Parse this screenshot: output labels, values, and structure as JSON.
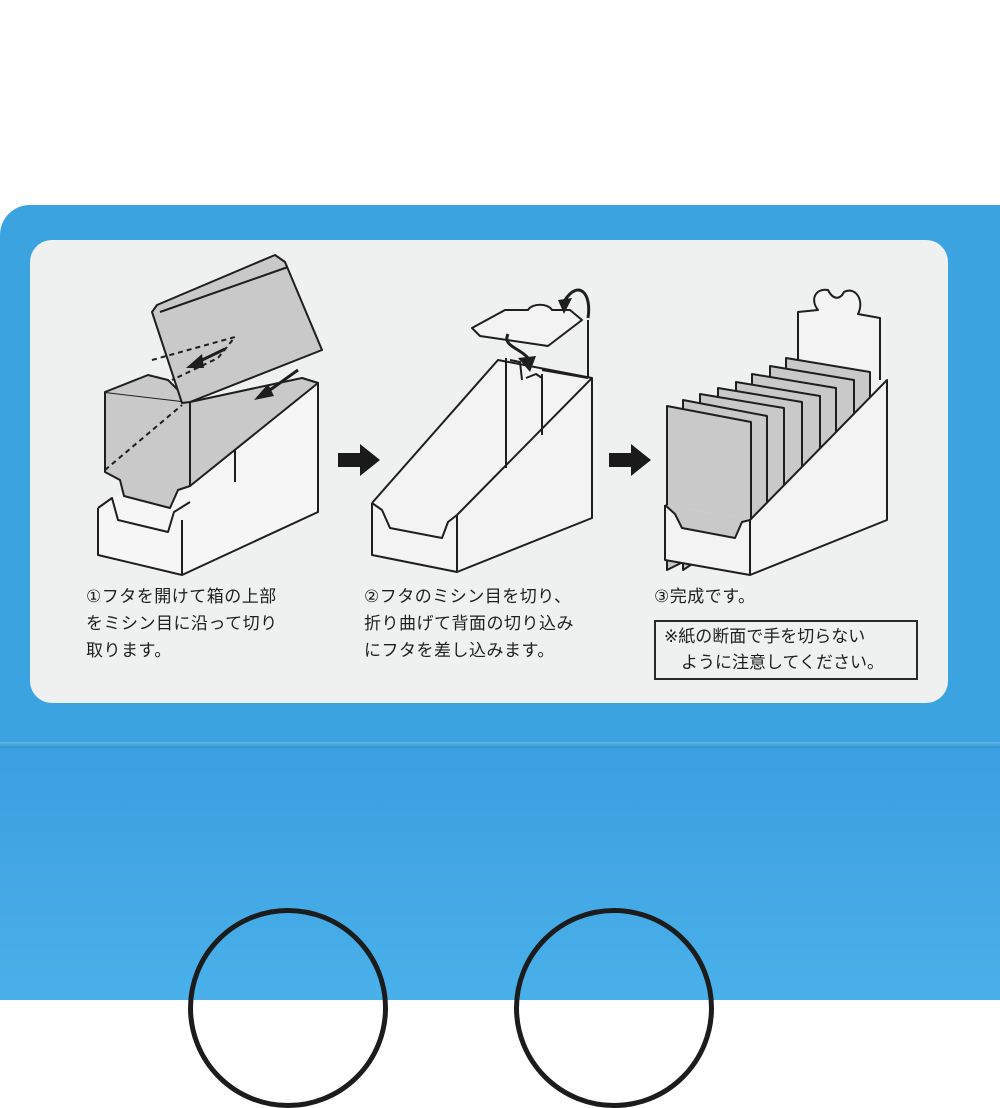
{
  "package": {
    "box_color": "#3aa3e0",
    "panel_color": "#eff1f0",
    "line_color": "#1e1e1e",
    "fill_gray": "#c9c9c9"
  },
  "instructions": {
    "steps": [
      {
        "number": "①",
        "text": "①フタを開けて箱の上部\nをミシン目に沿って切り\n取ります。",
        "illustration": "box-opening-lid-cut-along-perforation"
      },
      {
        "number": "②",
        "text": "②フタのミシン目を切り、\n折り曲げて背面の切り込み\nにフタを差し込みます。",
        "illustration": "lid-folded-inserted-into-back-slot"
      },
      {
        "number": "③",
        "text": "③完成です。",
        "illustration": "completed-display-box-with-cards"
      }
    ],
    "warning": "※紙の断面で手を切らない\n　ように注意してください。",
    "arrows": [
      "step-arrow-right",
      "step-arrow-right"
    ]
  },
  "decoration": {
    "rings": 2
  }
}
